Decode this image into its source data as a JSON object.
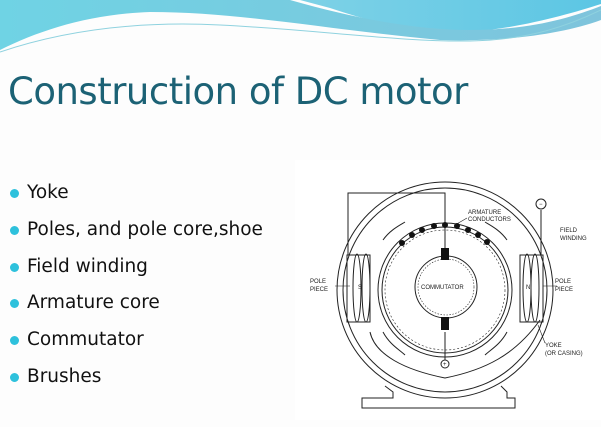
{
  "slide": {
    "title": "Construction of DC motor",
    "bullets": [
      "Yoke",
      "Poles, and pole core,shoe",
      "Field winding",
      "Armature core",
      "Commutator",
      "Brushes"
    ],
    "accent_color": "#2ec1dc",
    "title_color": "#1c6275"
  },
  "diagram": {
    "labels": {
      "armature_1": "ARMATURE",
      "armature_2": "CONDUCTORS",
      "field_1": "FIELD",
      "field_2": "WINDING",
      "pole_left_1": "POLE",
      "pole_left_2": "PIECE",
      "pole_right_1": "POLE",
      "pole_right_2": "PIECE",
      "commutator": "COMMUTATOR",
      "yoke_1": "YOKE",
      "yoke_2": "(OR CASING)",
      "south": "S",
      "north": "N",
      "minus": "−",
      "plus": "+"
    }
  }
}
